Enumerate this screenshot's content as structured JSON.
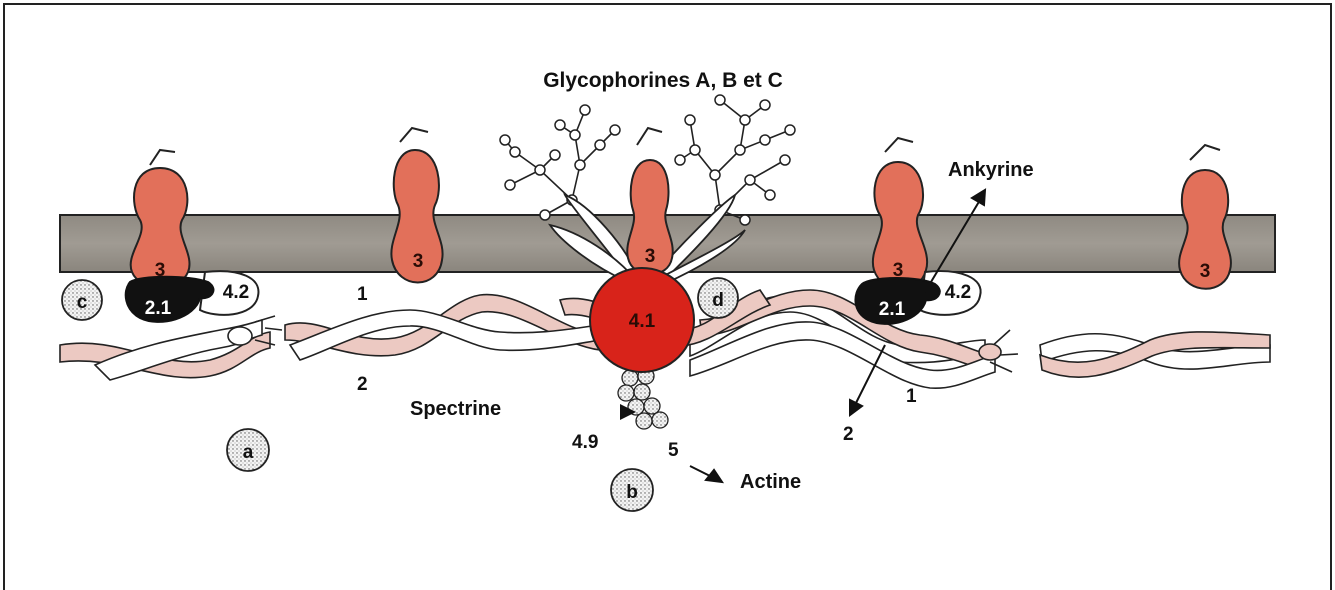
{
  "title": "Glycophorines A, B et C",
  "labels": {
    "ankyrine": "Ankyrine",
    "spectrine": "Spectrine",
    "actine": "Actine"
  },
  "proteins": {
    "band3": "3",
    "band21": "2.1",
    "band42": "4.2",
    "band41": "4.1",
    "band49": "4.9",
    "band5": "5"
  },
  "spectrin_chains": {
    "chain1": "1",
    "chain2": "2"
  },
  "site_markers": [
    "a",
    "b",
    "c",
    "d"
  ],
  "colors": {
    "membrane": "#9a958d",
    "band3": "#e2705a",
    "band41": "#d8231a",
    "band21": "#111111",
    "spectrin_pink": "#ecc9c2",
    "spectrin_white": "#ffffff"
  }
}
